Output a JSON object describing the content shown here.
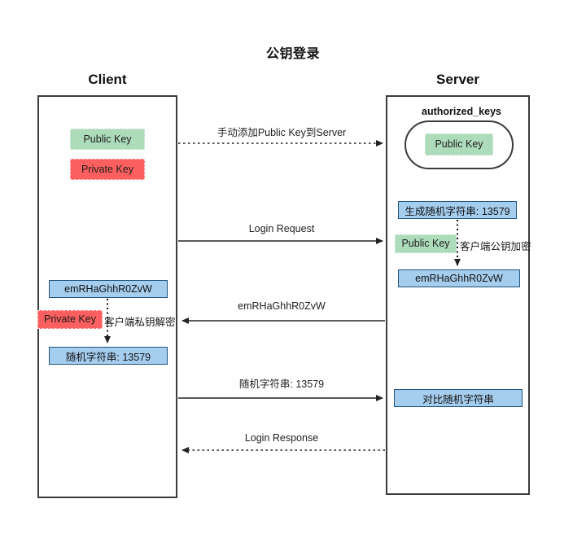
{
  "title": "公钥登录",
  "lanes": {
    "client": {
      "header": "Client"
    },
    "server": {
      "header": "Server"
    }
  },
  "client": {
    "public_key": "Public Key",
    "private_key": "Private Key",
    "encrypted_string": "emRHaGhhR0ZvW",
    "private_key_decrypt_chip": "Private Key",
    "decrypt_note": "客户端私钥解密",
    "random_string": "随机字符串: 13579"
  },
  "server": {
    "authorized_keys_label": "authorized_keys",
    "stored_public_key": "Public Key",
    "generate_random": "生成随机字符串: 13579",
    "public_key_chip": "Public Key",
    "encrypt_note": "客户端公钥加密",
    "encrypted_string": "emRHaGhhR0ZvW",
    "compare_random": "对比随机字符串"
  },
  "messages": [
    {
      "label": "手动添加Public Key到Server",
      "direction": "right",
      "style": "dotted"
    },
    {
      "label": "Login Request",
      "direction": "right",
      "style": "solid"
    },
    {
      "label": "emRHaGhhR0ZvW",
      "direction": "left",
      "style": "solid"
    },
    {
      "label": "随机字符串: 13579",
      "direction": "right",
      "style": "solid"
    },
    {
      "label": "Login Response",
      "direction": "left",
      "style": "dotted"
    }
  ],
  "colors": {
    "public_key_green": "#addcbb",
    "private_key_red": "#fb5f5f",
    "data_box_blue": "#a5cdee",
    "data_box_border": "#20557f",
    "lane_border": "#3b3b3b"
  }
}
